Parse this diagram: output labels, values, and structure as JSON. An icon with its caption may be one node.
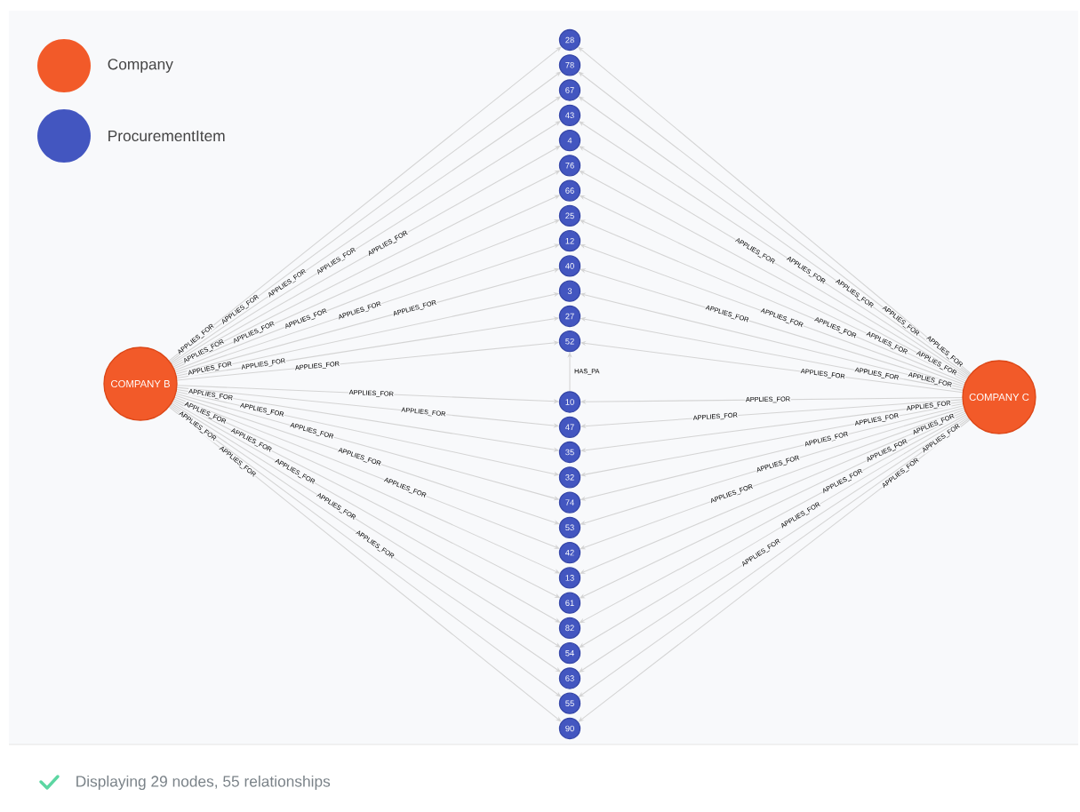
{
  "diagram": {
    "nodes": [
      {
        "text": [
          "COMPANY B"
        ]
      },
      {
        "text": [
          "28"
        ]
      },
      {
        "text": [
          "78"
        ]
      },
      {
        "text": [
          "67"
        ]
      },
      {
        "text": [
          "43"
        ]
      },
      {
        "text": [
          "4"
        ]
      },
      {
        "text": [
          "76"
        ]
      },
      {
        "text": [
          "66"
        ]
      },
      {
        "text": [
          "25"
        ]
      },
      {
        "text": [
          "12"
        ]
      },
      {
        "text": [
          "40"
        ]
      },
      {
        "text": [
          "3"
        ]
      },
      {
        "text": [
          "27"
        ]
      },
      {
        "text": [
          "52"
        ]
      },
      {
        "text": [
          "10"
        ]
      },
      {
        "text": [
          "47"
        ]
      },
      {
        "text": [
          "35"
        ]
      },
      {
        "text": [
          "32"
        ]
      },
      {
        "text": [
          "74"
        ]
      },
      {
        "text": [
          "53"
        ]
      },
      {
        "text": [
          "42"
        ]
      },
      {
        "text": [
          "13"
        ]
      },
      {
        "text": [
          "61"
        ]
      },
      {
        "text": [
          "82"
        ]
      },
      {
        "text": [
          "54"
        ]
      },
      {
        "text": [
          "63"
        ]
      },
      {
        "text": [
          "55"
        ]
      },
      {
        "text": [
          "90"
        ]
      },
      {
        "text": [
          "COMPANY C"
        ]
      }
    ],
    "edges": [
      {
        "from": 0,
        "to": 1,
        "arrow": "to",
        "label": "APPLIES_FOR"
      },
      {
        "from": 0,
        "to": 2,
        "arrow": "to",
        "label": "APPLIES_FOR"
      },
      {
        "from": 0,
        "to": 3,
        "arrow": "to",
        "label": "APPLIES_FOR"
      },
      {
        "from": 0,
        "to": 4,
        "arrow": "to",
        "label": "APPLIES_FOR"
      },
      {
        "from": 0,
        "to": 5,
        "arrow": "to",
        "label": "APPLIES_FOR"
      },
      {
        "from": 0,
        "to": 6,
        "arrow": "to",
        "label": "APPLIES_FOR"
      },
      {
        "from": 0,
        "to": 7,
        "arrow": "to",
        "label": "APPLIES_FOR"
      },
      {
        "from": 0,
        "to": 8,
        "arrow": "to",
        "label": "APPLIES_FOR"
      },
      {
        "from": 0,
        "to": 9,
        "arrow": "to",
        "label": "APPLIES_FOR"
      },
      {
        "from": 0,
        "to": 10,
        "arrow": "to",
        "label": "APPLIES_FOR"
      },
      {
        "from": 0,
        "to": 11,
        "arrow": "to",
        "label": "APPLIES_FOR"
      },
      {
        "from": 0,
        "to": 12,
        "arrow": "to",
        "label": "APPLIES_FOR"
      },
      {
        "from": 0,
        "to": 13,
        "arrow": "to",
        "label": "APPLIES_FOR"
      },
      {
        "from": 0,
        "to": 14,
        "arrow": "to",
        "label": "APPLIES_FOR"
      },
      {
        "from": 0,
        "to": 15,
        "arrow": "to",
        "label": "APPLIES_FOR"
      },
      {
        "from": 0,
        "to": 16,
        "arrow": "to",
        "label": "APPLIES_FOR"
      },
      {
        "from": 0,
        "to": 17,
        "arrow": "to",
        "label": "APPLIES_FOR"
      },
      {
        "from": 0,
        "to": 18,
        "arrow": "to",
        "label": "APPLIES_FOR"
      },
      {
        "from": 0,
        "to": 19,
        "arrow": "to",
        "label": "APPLIES_FOR"
      },
      {
        "from": 0,
        "to": 20,
        "arrow": "to",
        "label": "APPLIES_FOR"
      },
      {
        "from": 0,
        "to": 21,
        "arrow": "to",
        "label": "APPLIES_FOR"
      },
      {
        "from": 0,
        "to": 22,
        "arrow": "to",
        "label": "APPLIES_FOR"
      },
      {
        "from": 0,
        "to": 23,
        "arrow": "to",
        "label": "APPLIES_FOR"
      },
      {
        "from": 0,
        "to": 24,
        "arrow": "to",
        "label": "APPLIES_FOR"
      },
      {
        "from": 0,
        "to": 25,
        "arrow": "to",
        "label": "APPLIES_FOR"
      },
      {
        "from": 0,
        "to": 26,
        "arrow": "to",
        "label": "APPLIES_FOR"
      },
      {
        "from": 0,
        "to": 27,
        "arrow": "to",
        "label": "APPLIES_FOR"
      },
      {
        "from": 28,
        "to": 1,
        "arrow": "to",
        "label": "APPLIES_FOR"
      },
      {
        "from": 28,
        "to": 2,
        "arrow": "to",
        "label": "APPLIES_FOR"
      },
      {
        "from": 28,
        "to": 3,
        "arrow": "to",
        "label": "APPLIES_FOR"
      },
      {
        "from": 28,
        "to": 4,
        "arrow": "to",
        "label": "APPLIES_FOR"
      },
      {
        "from": 28,
        "to": 5,
        "arrow": "to",
        "label": "APPLIES_FOR"
      },
      {
        "from": 28,
        "to": 6,
        "arrow": "to",
        "label": "APPLIES_FOR"
      },
      {
        "from": 28,
        "to": 7,
        "arrow": "to",
        "label": "APPLIES_FOR"
      },
      {
        "from": 28,
        "to": 8,
        "arrow": "to",
        "label": "APPLIES_FOR"
      },
      {
        "from": 28,
        "to": 9,
        "arrow": "to",
        "label": "APPLIES_FOR"
      },
      {
        "from": 28,
        "to": 10,
        "arrow": "to",
        "label": "APPLIES_FOR"
      },
      {
        "from": 28,
        "to": 11,
        "arrow": "to",
        "label": "APPLIES_FOR"
      },
      {
        "from": 28,
        "to": 12,
        "arrow": "to",
        "label": "APPLIES_FOR"
      },
      {
        "from": 28,
        "to": 13,
        "arrow": "to",
        "label": "APPLIES_FOR"
      },
      {
        "from": 28,
        "to": 14,
        "arrow": "to",
        "label": "APPLIES_FOR"
      },
      {
        "from": 28,
        "to": 15,
        "arrow": "to",
        "label": "APPLIES_FOR"
      },
      {
        "from": 28,
        "to": 16,
        "arrow": "to",
        "label": "APPLIES_FOR"
      },
      {
        "from": 28,
        "to": 17,
        "arrow": "to",
        "label": "APPLIES_FOR"
      },
      {
        "from": 28,
        "to": 18,
        "arrow": "to",
        "label": "APPLIES_FOR"
      },
      {
        "from": 28,
        "to": 19,
        "arrow": "to",
        "label": "APPLIES_FOR"
      },
      {
        "from": 28,
        "to": 20,
        "arrow": "to",
        "label": "APPLIES_FOR"
      },
      {
        "from": 28,
        "to": 21,
        "arrow": "to",
        "label": "APPLIES_FOR"
      },
      {
        "from": 28,
        "to": 22,
        "arrow": "to",
        "label": "APPLIES_FOR"
      },
      {
        "from": 28,
        "to": 23,
        "arrow": "to",
        "label": "APPLIES_FOR"
      },
      {
        "from": 28,
        "to": 24,
        "arrow": "to",
        "label": "APPLIES_FOR"
      },
      {
        "from": 28,
        "to": 25,
        "arrow": "to",
        "label": "APPLIES_FOR"
      },
      {
        "from": 28,
        "to": 26,
        "arrow": "to",
        "label": "APPLIES_FOR"
      },
      {
        "from": 28,
        "to": 27,
        "arrow": "to",
        "label": "APPLIES_FOR"
      },
      {
        "from": 14,
        "to": 13,
        "arrow": "to",
        "label": "HAS_PA"
      }
    ],
    "labels": [
      "Displaying 29 nodes, 55 relationships"
    ],
    "legend": [
      {
        "text": "Company",
        "color": "#f25a29"
      },
      {
        "text": "ProcurementItem",
        "color": "#4356c0"
      }
    ]
  }
}
